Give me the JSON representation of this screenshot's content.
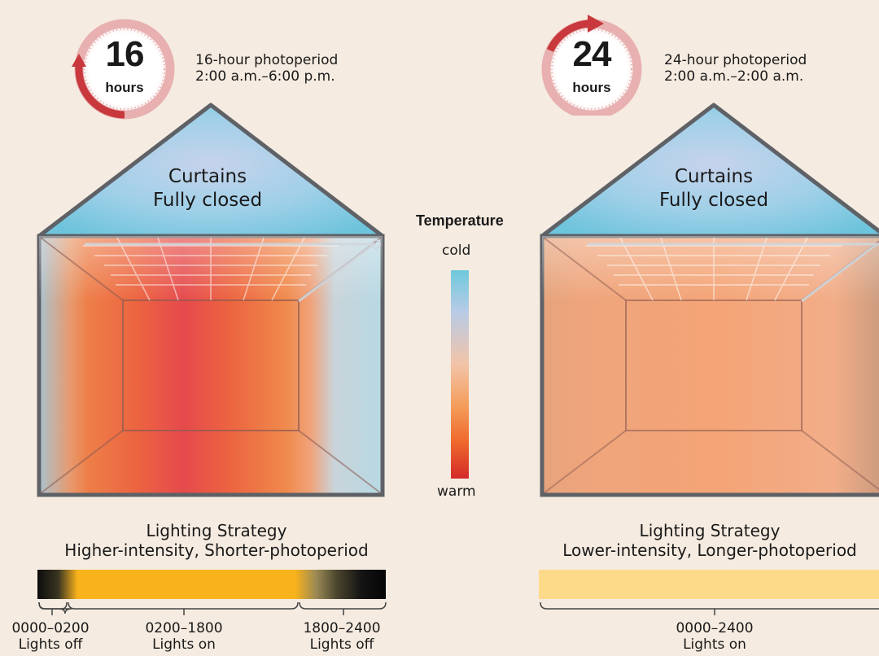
{
  "left": {
    "clock": {
      "number": "16",
      "unit": "hours"
    },
    "photoperiod": {
      "line1": "16-hour photoperiod",
      "line2": "2:00 a.m.–6:00 p.m."
    },
    "roof": {
      "line1": "Curtains",
      "line2": "Fully closed"
    },
    "strategy": {
      "line1": "Lighting Strategy",
      "line2": "Higher-intensity, Shorter-photoperiod"
    },
    "segments": [
      {
        "time": "0000–0200",
        "state": "Lights off"
      },
      {
        "time": "0200–1800",
        "state": "Lights on"
      },
      {
        "time": "1800–2400",
        "state": "Lights off"
      }
    ]
  },
  "right": {
    "clock": {
      "number": "24",
      "unit": "hours"
    },
    "photoperiod": {
      "line1": "24-hour photoperiod",
      "line2": "2:00 a.m.–2:00 a.m."
    },
    "roof": {
      "line1": "Curtains",
      "line2": "Fully closed"
    },
    "strategy": {
      "line1": "Lighting Strategy",
      "line2": "Lower-intensity, Longer-photoperiod"
    },
    "segments": [
      {
        "time": "0000–2400",
        "state": "Lights on"
      }
    ]
  },
  "legend": {
    "title": "Temperature",
    "top": "cold",
    "bottom": "warm"
  },
  "colors": {
    "background": "#f5ebe0",
    "outline": "#5e6166",
    "lights_on_bar": "#f8b21c",
    "lights_on_bar_low": "#fdd98a",
    "lights_off_bar": "#0b0b0b",
    "clock_ring": "#e7a5a5",
    "clock_arrow": "#c8383c",
    "warm": "#d93a3a",
    "cold": "#6ec9dc"
  }
}
